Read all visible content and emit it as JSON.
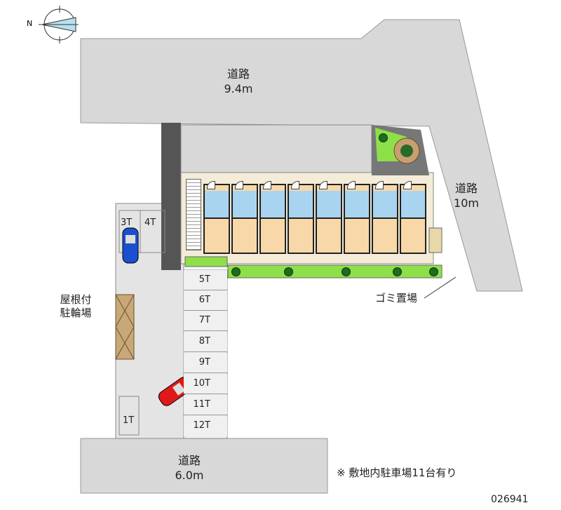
{
  "roads": {
    "north": {
      "name": "道路",
      "width": "9.4m"
    },
    "east": {
      "name": "道路",
      "width": "10m"
    },
    "south": {
      "name": "道路",
      "width": "6.0m"
    }
  },
  "compass": {
    "north_label": "N"
  },
  "parking_spaces": [
    "3T",
    "4T",
    "5T",
    "6T",
    "7T",
    "8T",
    "9T",
    "10T",
    "11T",
    "12T",
    "1T"
  ],
  "bike_parking": {
    "line1": "屋根付",
    "line2": "駐輪場"
  },
  "garbage_area": "ゴミ置場",
  "note": "※ 敷地内駐車場11台有り",
  "property_code": "026941",
  "building": {
    "unit_count": 8
  },
  "colors": {
    "road": "#d8d8d8",
    "parking": "#e4e4e4",
    "wet_area": "#a8d4f0",
    "room": "#f8d8a8",
    "green": "#8ee04a"
  }
}
